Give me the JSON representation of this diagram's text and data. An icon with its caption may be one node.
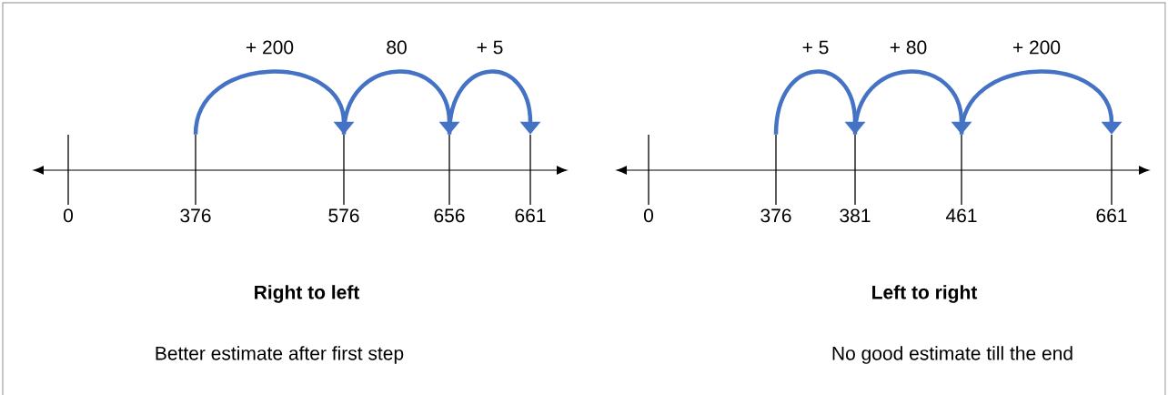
{
  "diagram": {
    "nodes": [
      {
        "text": [
          "0"
        ]
      },
      {
        "text": [
          "376"
        ]
      },
      {
        "text": [
          "576"
        ]
      },
      {
        "text": [
          "656"
        ]
      },
      {
        "text": [
          "661"
        ]
      },
      {
        "text": [
          "0"
        ]
      },
      {
        "text": [
          "376"
        ]
      },
      {
        "text": [
          "381"
        ]
      },
      {
        "text": [
          "461"
        ]
      },
      {
        "text": [
          "661"
        ]
      }
    ],
    "edges": [
      {
        "from": 1,
        "to": 2,
        "arrow": "to",
        "label": "+ 200"
      },
      {
        "from": 2,
        "to": 3,
        "arrow": "to",
        "label": "80"
      },
      {
        "from": 3,
        "to": 4,
        "arrow": "to",
        "label": "+ 5"
      },
      {
        "from": 6,
        "to": 7,
        "arrow": "to",
        "label": "+ 5"
      },
      {
        "from": 7,
        "to": 8,
        "arrow": "to",
        "label": "+ 80"
      },
      {
        "from": 8,
        "to": 9,
        "arrow": "to",
        "label": "+ 200"
      }
    ],
    "labels": [
      "Right to left",
      "Left to right",
      "Better estimate after first step",
      "No good estimate till the end"
    ]
  }
}
